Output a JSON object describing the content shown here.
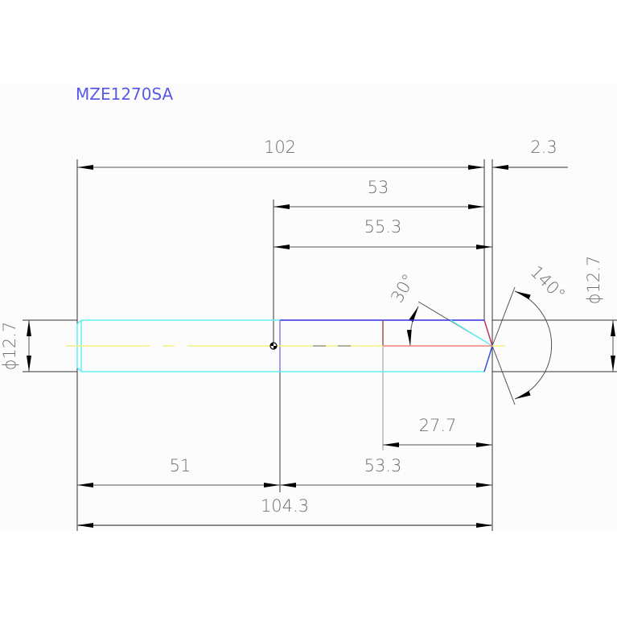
{
  "drawing": {
    "part_number": "MZE1270SA",
    "colors": {
      "title": "#5a5ae6",
      "dimension": "#707070",
      "outline_cyan": "#5ff0f5",
      "outline_blue": "#3030e0",
      "centerline_yellow": "#f5f080",
      "flute_red": "#f08080",
      "tip_magenta": "#c03060"
    },
    "dimensions": {
      "overall_upper": "102",
      "tip_offset": "2.3",
      "flute_length_a": "53",
      "flute_length_b": "55.3",
      "diameter_left": "ϕ12.7",
      "diameter_right": "ϕ12.7",
      "point_angle": "140°",
      "helix_angle": "30°",
      "tip_length": "27.7",
      "shank_length": "51",
      "body_length": "53.3",
      "overall_length": "104.3"
    }
  }
}
